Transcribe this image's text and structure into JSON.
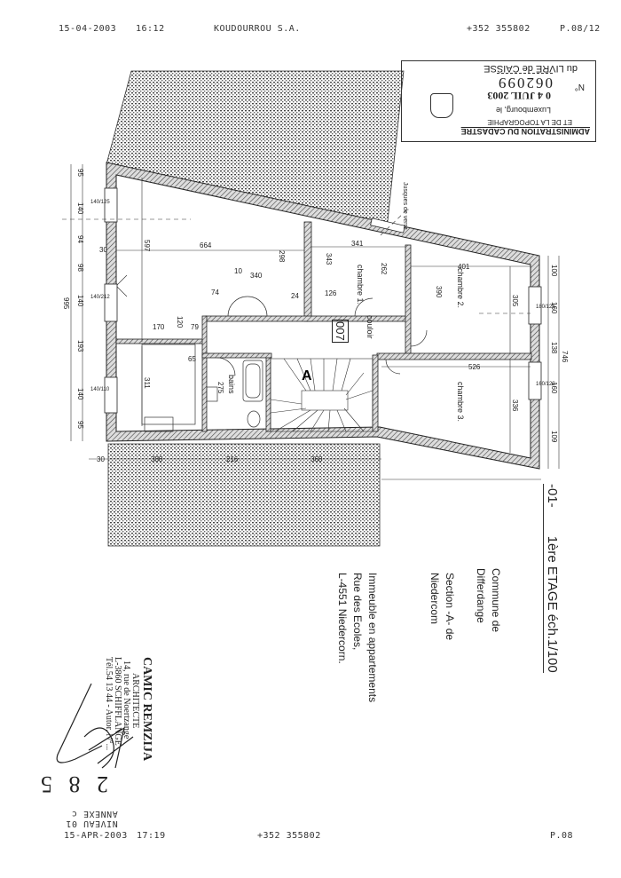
{
  "fax_header": {
    "date": "15-04-2003",
    "time": "16:12",
    "sender": "KOUDOURROU S.A.",
    "phone": "+352  355802",
    "page": "P.08/12"
  },
  "stamp": {
    "line1": "ADMINISTRATION DU CADASTRE",
    "line2": "ET DE LA TOPOGRAPHIE",
    "place": "Luxembourg, le",
    "date": "0 4 JUIL 2003",
    "number_label": "N°",
    "number": "062099",
    "book": "du LIVRE de CAISSE"
  },
  "plan": {
    "rooms": [
      "chambre 1.",
      "chambre 2.",
      "chambre 3.",
      "couloir",
      "bains"
    ],
    "annotation": "Jusques de verre",
    "stair_label": "A",
    "unit_label": "007",
    "dims": [
      "995",
      "95",
      "140",
      "94",
      "98",
      "140",
      "193",
      "140",
      "95",
      "746",
      "100",
      "160",
      "138",
      "160",
      "109",
      "664",
      "597",
      "340",
      "298",
      "341",
      "343",
      "262",
      "401",
      "390",
      "305",
      "526",
      "336",
      "311",
      "275",
      "170",
      "120",
      "79",
      "74",
      "126",
      "65",
      "300",
      "216",
      "360",
      "30",
      "24",
      "10"
    ],
    "window_labels": [
      "140/125",
      "140/212",
      "140/110",
      "180/125",
      "160/123"
    ]
  },
  "title_block": {
    "number": "-01-",
    "title": "1ère ETAGE éch.1/100",
    "commune_l1": "Commune de",
    "commune_l2": "Differdange",
    "section_l1": "Section -A- de",
    "section_l2": "Niedercom",
    "building_l1": "Immeuble en appartements",
    "building_l2": "Rue des Ecoles,",
    "building_l3": "L-4551  Niedercorn."
  },
  "architect_stamp": {
    "name": "CAMIC REMZIJA",
    "role": "ARCHITECTE",
    "street": "14, rue de Noertzange",
    "city": "L-3860 SCHIFFLANGE",
    "phone": "Tél.54 13 44 - Autor. N°..."
  },
  "handwritten_number": "2 8 5",
  "annex": {
    "level": "NIVEAU 01",
    "annex": "ANNEXE c"
  },
  "fax_footer": {
    "date": "15-APR-2003",
    "time": "17:19",
    "phone": "+352   355802",
    "page": "P.08"
  }
}
